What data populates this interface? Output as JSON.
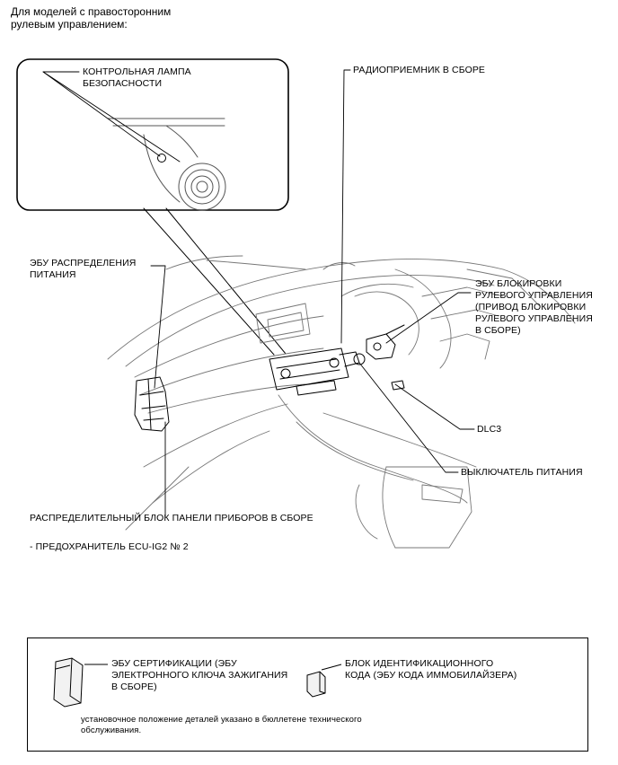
{
  "header": {
    "text": "Для моделей с правосторонним\nрулевым управлением:"
  },
  "callouts": {
    "security_lamp": "КОНТРОЛЬНАЯ ЛАМПА\nБЕЗОПАСНОСТИ",
    "radio_receiver": "РАДИОПРИЕМНИК В СБОРЕ",
    "power_ecu": "ЭБУ РАСПРЕДЕЛЕНИЯ\nПИТАНИЯ",
    "steering_lock_ecu": "ЭБУ БЛОКИРОВКИ\nРУЛЕВОГО УПРАВЛЕНИЯ\n(ПРИВОД БЛОКИРОВКИ\nРУЛЕВОГО УПРАВЛЕНИЯ\nВ СБОРЕ)",
    "dlc3": "DLC3",
    "power_switch": "ВЫКЛЮЧАТЕЛЬ ПИТАНИЯ",
    "junction_block": "РАСПРЕДЕЛИТЕЛЬНЫЙ БЛОК ПАНЕЛИ ПРИБОРОВ В СБОРЕ",
    "fuse": "- ПРЕДОХРАНИТЕЛЬ ECU-IG2 № 2"
  },
  "legend": {
    "certification_ecu": "ЭБУ СЕРТИФИКАЦИИ (ЭБУ\nЭЛЕКТРОННОГО КЛЮЧА ЗАЖИГАНИЯ\nВ СБОРЕ)",
    "id_code_box": "БЛОК ИДЕНТИФИКАЦИОННОГО\nКОДА (ЭБУ КОДА ИММОБИЛАЙЗЕРА)",
    "note": "установочное положение деталей указано в бюллетене технического\nобслуживания."
  }
}
